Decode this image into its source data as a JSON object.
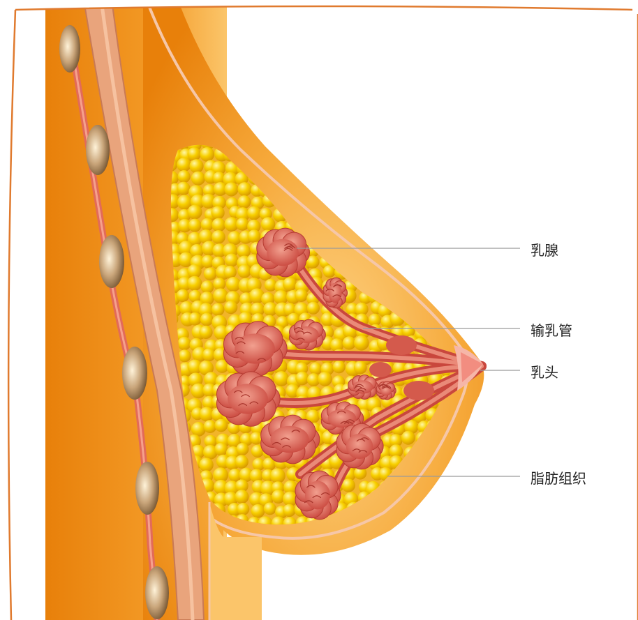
{
  "labels": {
    "gland": "乳腺",
    "duct": "输乳管",
    "nipple": "乳头",
    "fat": "脂肪组织"
  },
  "colors": {
    "frame": "#e07a2e",
    "skin_dark": "#e8800a",
    "skin_light": "#fbbf55",
    "fat_yellow": "#f5c400",
    "gland_red": "#d9665a",
    "leader_line": "#9a9a9a"
  }
}
